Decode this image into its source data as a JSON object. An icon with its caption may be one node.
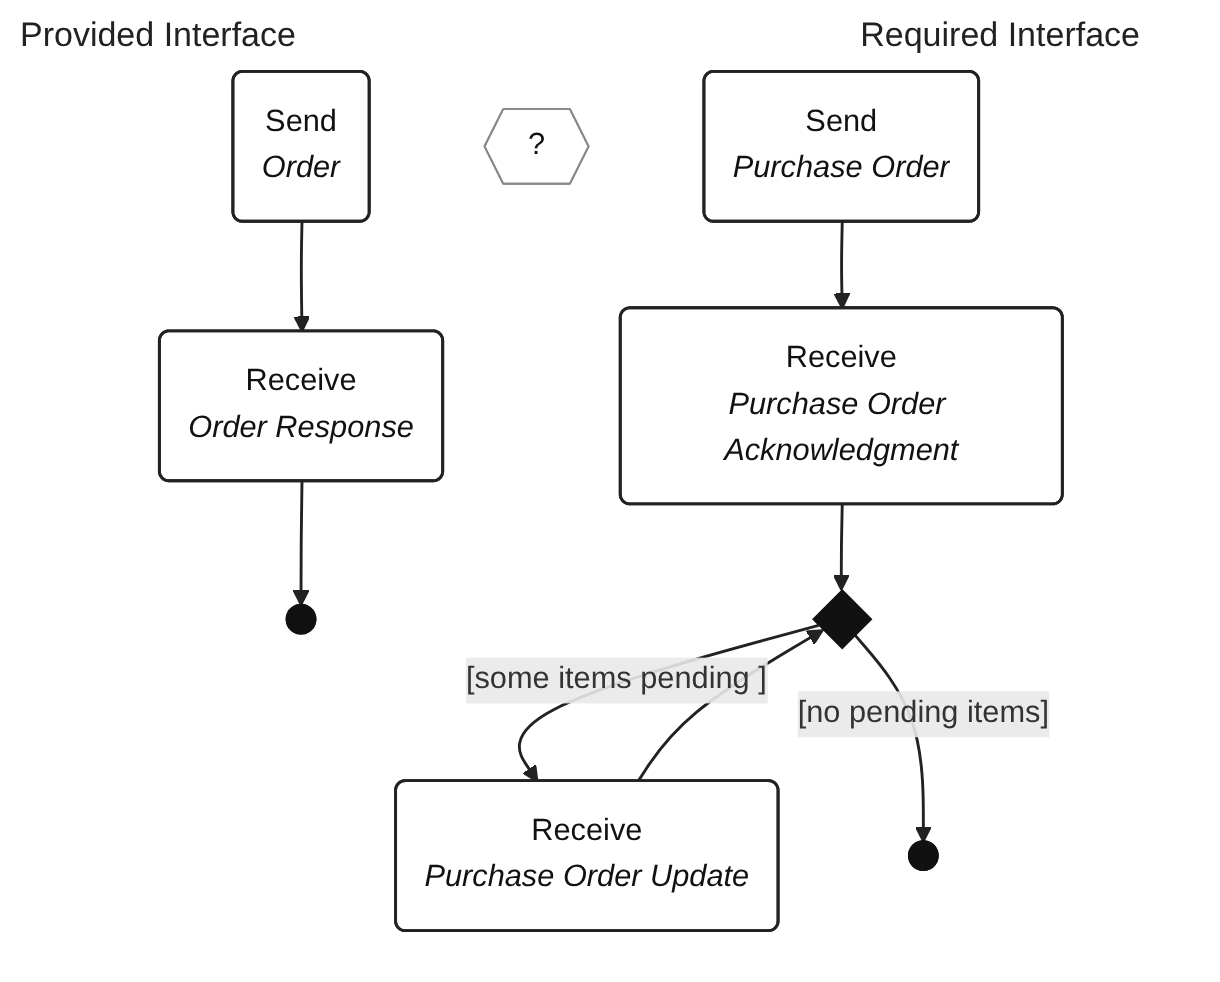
{
  "diagram": {
    "nodes": [
      {
        "text": [
          "Send",
          "Order"
        ]
      },
      {
        "text": [
          "Receive",
          "Order Response"
        ]
      },
      {
        "text": [],
        "shape": "circle"
      },
      {
        "text": [
          "?"
        ]
      },
      {
        "text": [
          "Send",
          "Purchase Order"
        ]
      },
      {
        "text": [
          "Receive",
          "Purchase Order Acknowledgment"
        ]
      },
      {
        "text": [],
        "shape": "diamond"
      },
      {
        "text": [
          "Receive",
          "Purchase Order Update"
        ]
      },
      {
        "text": [],
        "shape": "circle"
      }
    ],
    "edges": [
      {
        "from": 0,
        "to": 1,
        "arrow": "to"
      },
      {
        "from": 1,
        "to": 2,
        "arrow": "to"
      },
      {
        "from": 4,
        "to": 5,
        "arrow": "to"
      },
      {
        "from": 5,
        "to": 6,
        "arrow": "to"
      },
      {
        "from": 6,
        "to": 7,
        "arrow": "to",
        "label": "[some items pending ]"
      },
      {
        "from": 7,
        "to": 6,
        "arrow": "to"
      },
      {
        "from": 6,
        "to": 8,
        "arrow": "to",
        "label": "[no pending items]"
      }
    ],
    "labels": [
      "Provided Interface",
      "Required Interface"
    ]
  }
}
